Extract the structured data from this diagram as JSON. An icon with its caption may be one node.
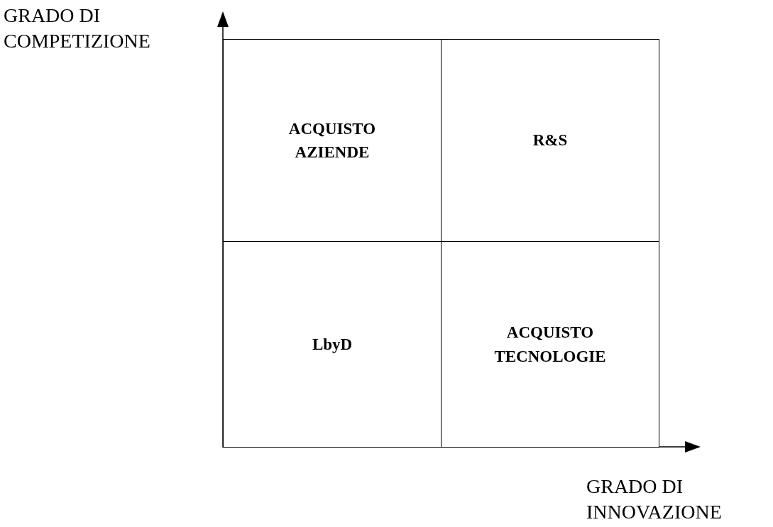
{
  "diagram": {
    "nodes": [
      {
        "text": [
          "ACQUISTO AZIENDE"
        ]
      },
      {
        "text": [
          "R&S"
        ]
      },
      {
        "text": [
          "LbyD"
        ]
      },
      {
        "text": [
          "ACQUISTO TECNOLOGIE"
        ]
      }
    ],
    "labels": [
      "GRADO DI COMPETIZIONE",
      "GRADO DI INNOVAZIONE"
    ]
  }
}
